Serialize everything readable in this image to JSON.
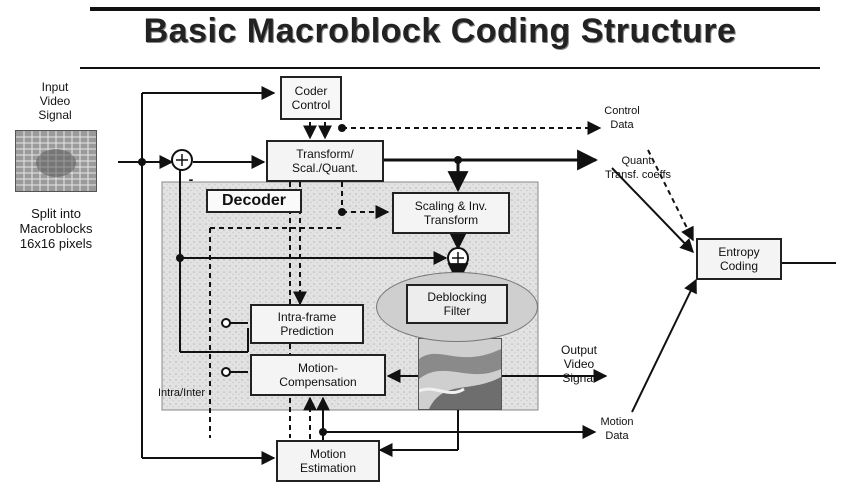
{
  "title": "Basic Macroblock Coding Structure",
  "labels": {
    "input": "Input\nVideo\nSignal",
    "split": "Split into\nMacroblocks\n16x16 pixels",
    "control_data": "Control\nData",
    "quant_coeffs": "Quant.\nTransf. coeffs",
    "output": "Output\nVideo\nSignal",
    "motion_data": "Motion\nData",
    "intra_inter": "Intra/Inter",
    "minus": "-"
  },
  "blocks": {
    "coder_control": "Coder\nControl",
    "transform": "Transform/\nScal./Quant.",
    "decoder": "Decoder",
    "scaling_inv": "Scaling & Inv.\nTransform",
    "deblocking": "Deblocking\nFilter",
    "intra_pred": "Intra-frame\nPrediction",
    "motion_comp": "Motion-\nCompensation",
    "motion_est": "Motion\nEstimation",
    "entropy": "Entropy\nCoding"
  }
}
